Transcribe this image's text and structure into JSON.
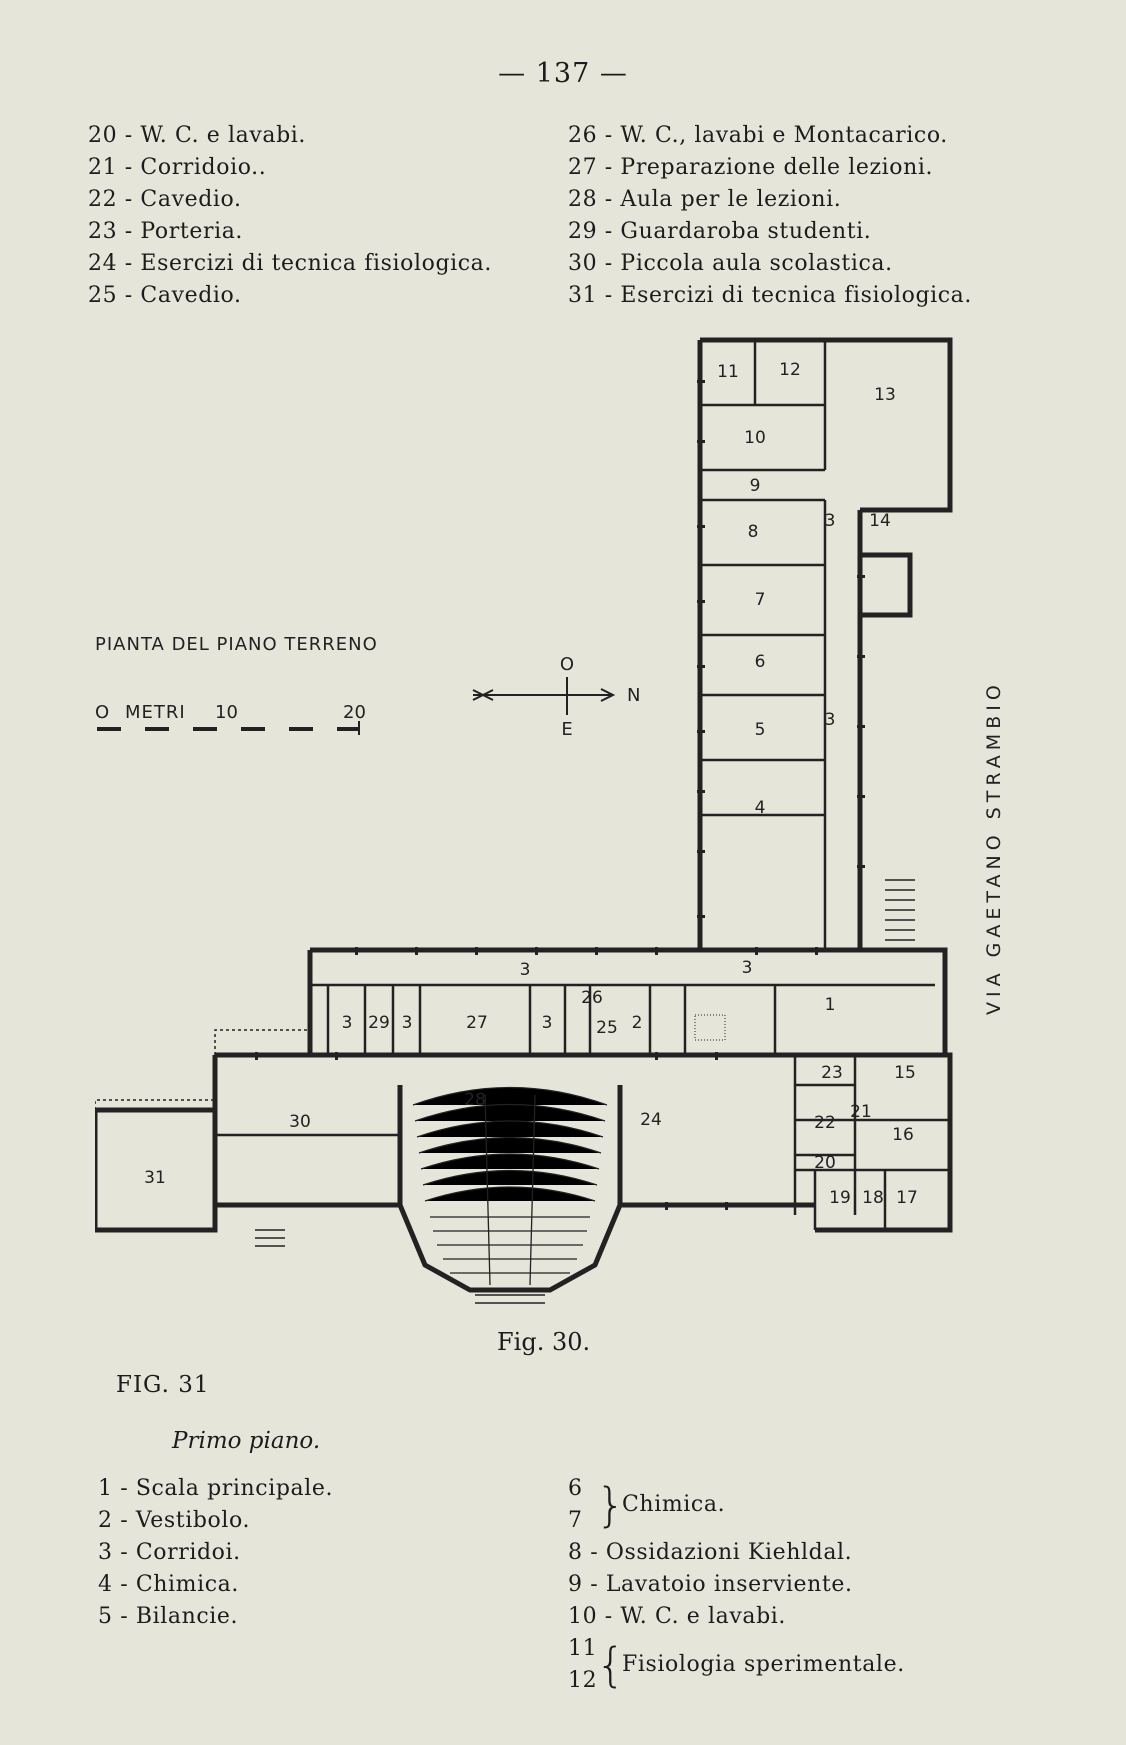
{
  "page_number": "— 137 —",
  "legend_top_left": [
    "20 - W. C. e lavabi.",
    "21 - Corridoio..",
    "22 - Cavedio.",
    "23 - Porteria.",
    "24 - Esercizi di tecnica fisiologica.",
    "25 - Cavedio."
  ],
  "legend_top_right": [
    "26 - W. C., lavabi e Montacarico.",
    "27 - Preparazione delle lezioni.",
    "28 - Aula per le lezioni.",
    "29 - Guardaroba studenti.",
    "30 - Piccola aula scolastica.",
    "31 - Esercizi di tecnica fisiologica."
  ],
  "plan": {
    "title": "PIANTA DEL PIANO TERRENO",
    "scale": {
      "zero": "O",
      "label": "METRI",
      "mid": "10",
      "end": "20"
    },
    "compass": {
      "top": "O",
      "bottom": "E",
      "right": "N"
    },
    "street": "VIA GAETANO STRAMBIO",
    "rooms": {
      "r1": "1",
      "r2": "2",
      "r3": "3",
      "r4": "4",
      "r5": "5",
      "r6": "6",
      "r7": "7",
      "r8": "8",
      "r9": "9",
      "r10": "10",
      "r11": "11",
      "r12": "12",
      "r13": "13",
      "r14": "14",
      "r15": "15",
      "r16": "16",
      "r17": "17",
      "r18": "18",
      "r19": "19",
      "r20": "20",
      "r21": "21",
      "r22": "22",
      "r23": "23",
      "r24": "24",
      "r25": "25",
      "r26": "26",
      "r27": "27",
      "r28": "28",
      "r29": "29",
      "r30": "30",
      "r31": "31"
    }
  },
  "figure_caption": "Fig. 30.",
  "figure_label": "FIG. 31",
  "section_title": "Primo piano.",
  "legend_bottom_left": [
    "1 - Scala principale.",
    "2 - Vestibolo.",
    "3 - Corridoi.",
    "4 - Chimica.",
    "5 - Bilancie."
  ],
  "legend_bottom_right": {
    "group_chimica": {
      "a": "6",
      "b": "7",
      "label": "Chimica."
    },
    "items": [
      "8 - Ossidazioni Kiehldal.",
      "9 - Lavatoio inserviente.",
      "10 - W. C. e lavabi."
    ],
    "group_fisiologia": {
      "a": "11",
      "b": "12",
      "label": "Fisiologia sperimentale."
    }
  }
}
